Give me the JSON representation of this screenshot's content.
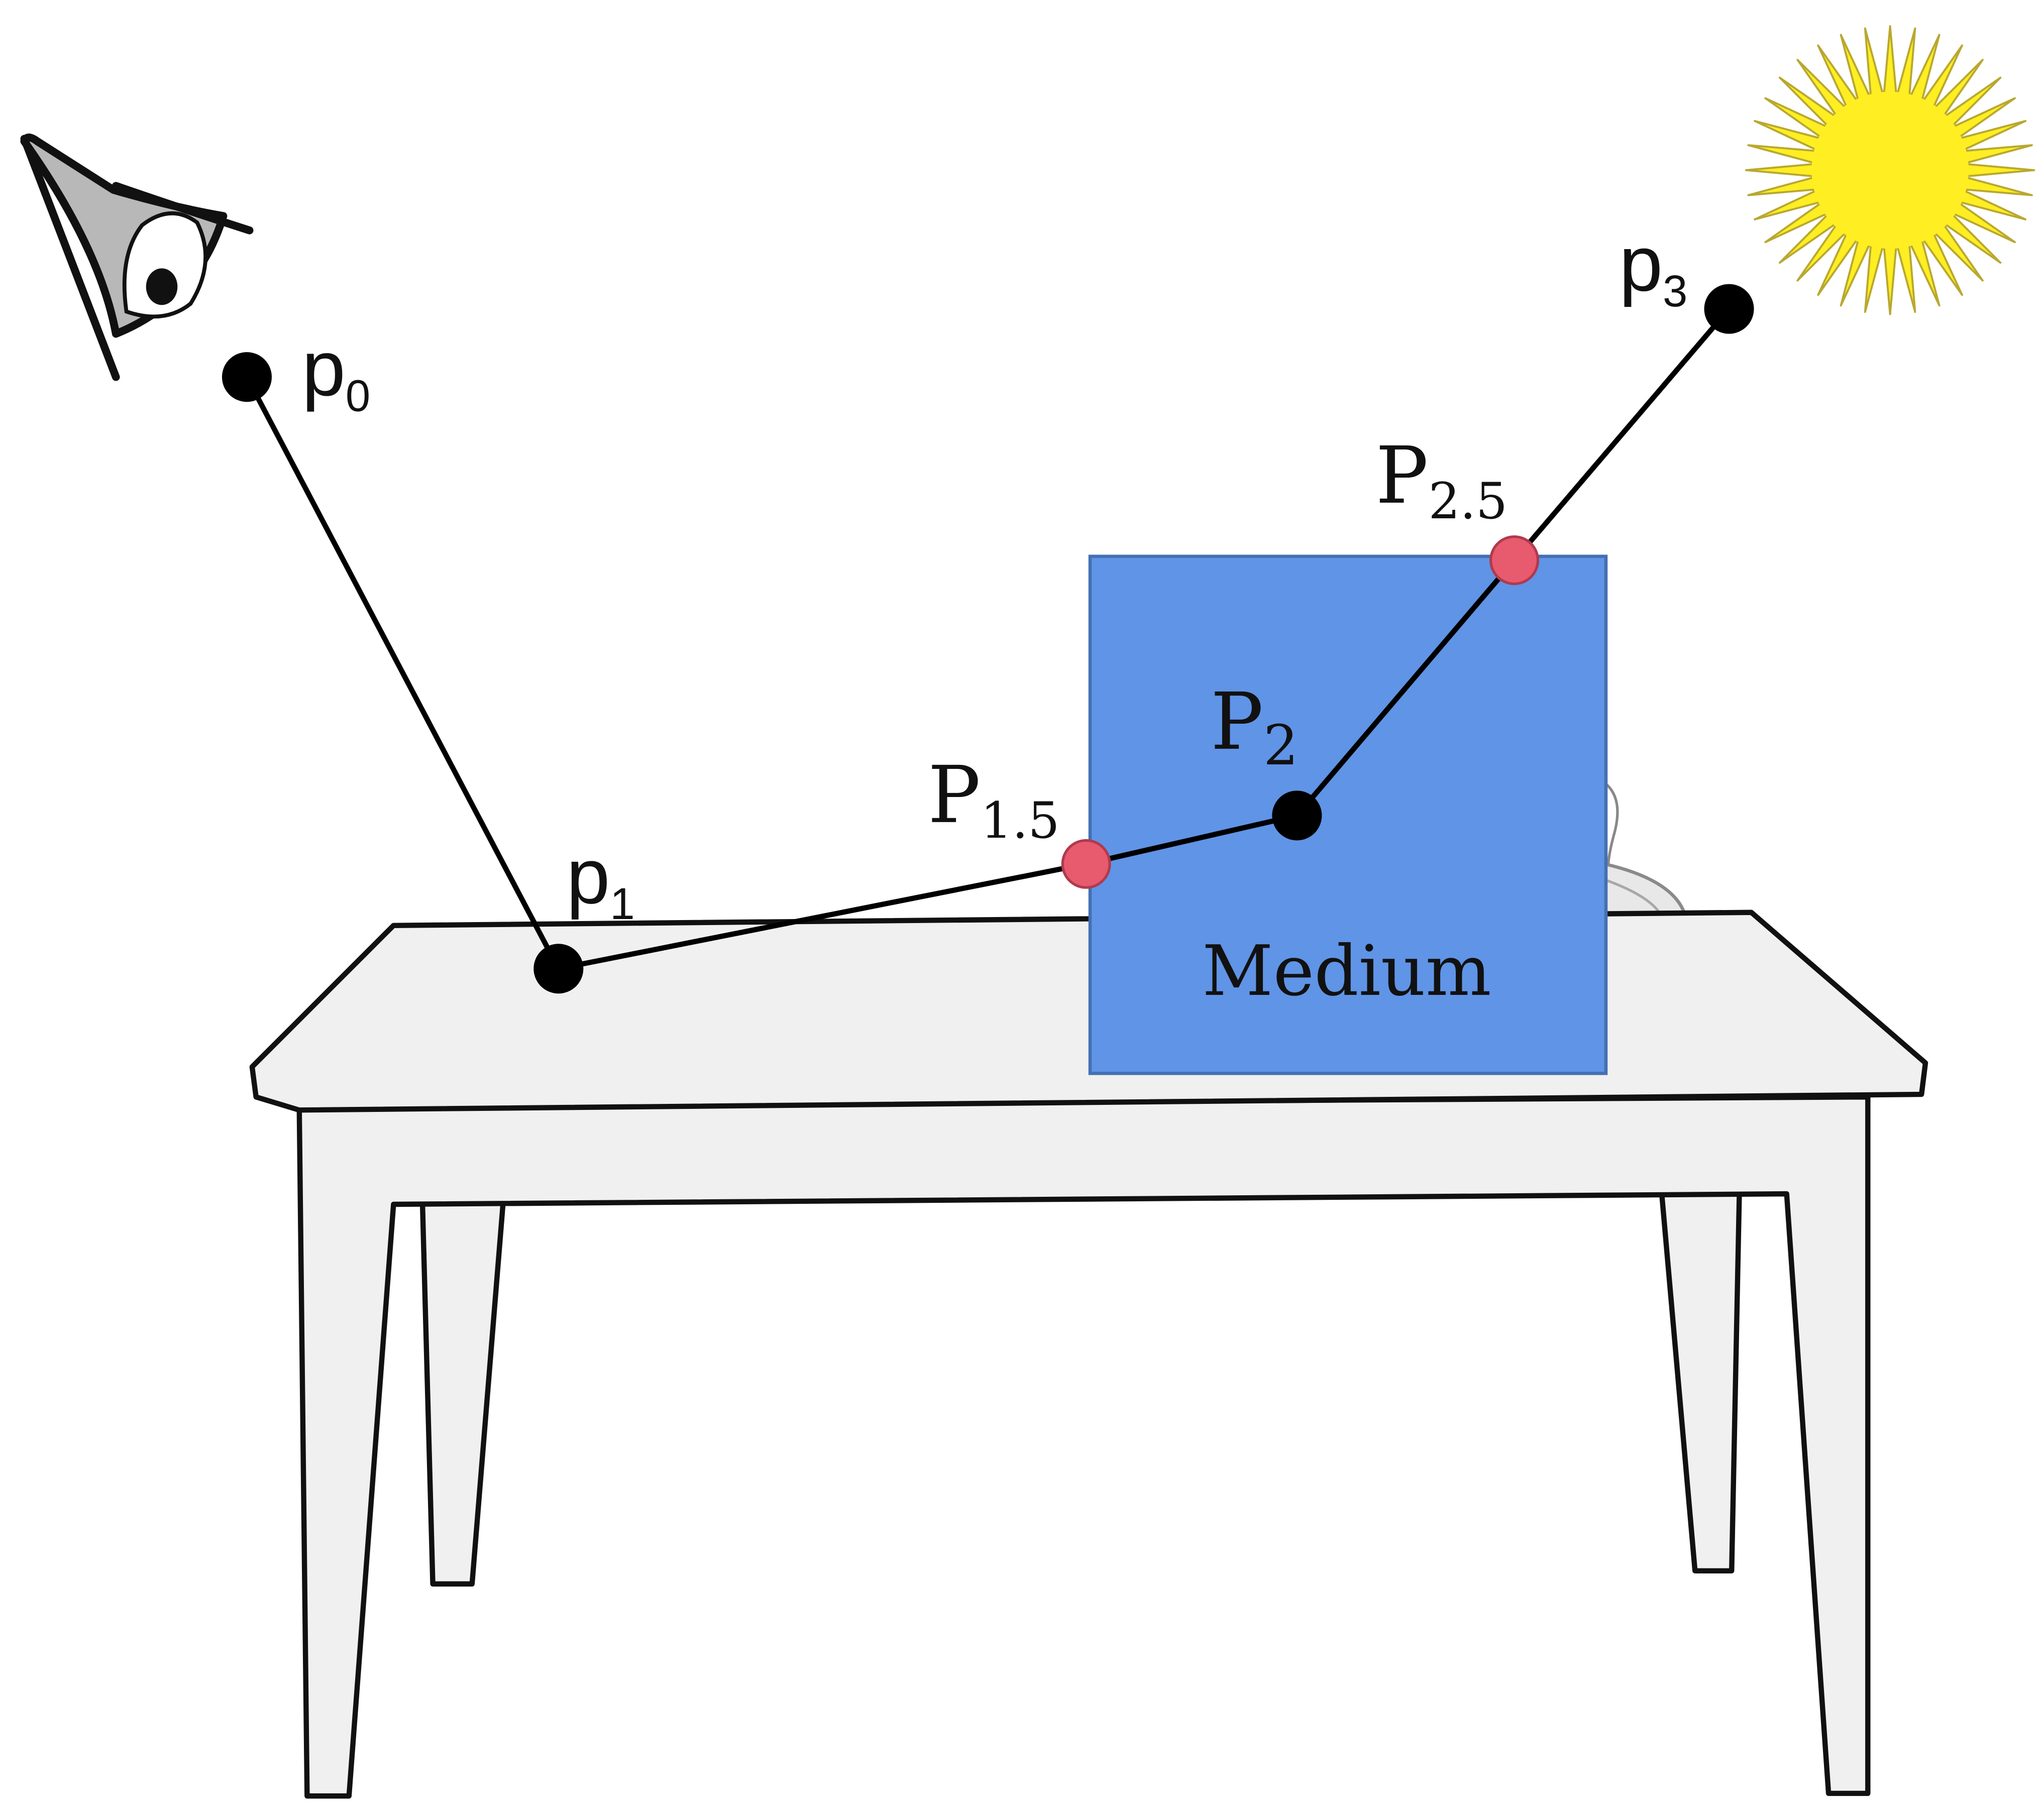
{
  "labels": {
    "p0": {
      "base": "p",
      "sub": "0"
    },
    "p1": {
      "base": "p",
      "sub": "1"
    },
    "p2": {
      "base": "P",
      "sub": "2"
    },
    "p3": {
      "base": "p",
      "sub": "3"
    },
    "p1_5": {
      "base": "P",
      "sub": "1.5"
    },
    "p2_5": {
      "base": "P",
      "sub": "2.5"
    },
    "medium": "Medium"
  },
  "colors": {
    "medium_fill": "#6094E6",
    "medium_stroke": "#4470B4",
    "table_fill": "#F0F0F0",
    "outline": "#111111",
    "vertex": "#000000",
    "interface_point": "#E85A6E",
    "interface_point_stroke": "#B03A4E",
    "sun": "#FFEE22",
    "sun_stroke": "#B8A830",
    "eye_fill": "#B8B8B8"
  },
  "icons": {
    "viewer": "eye-icon",
    "light": "sun-icon"
  }
}
